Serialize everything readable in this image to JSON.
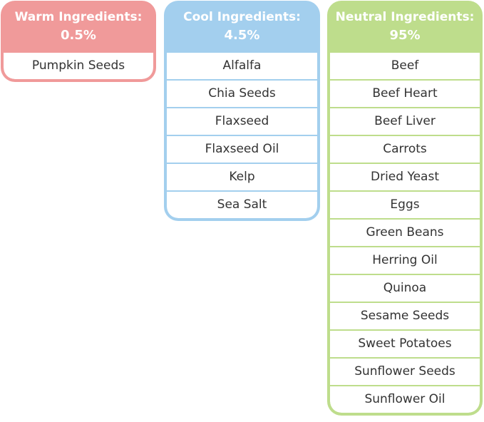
{
  "colors": {
    "warm": "#F09A9A",
    "cool": "#A3CFEE",
    "neutral": "#BEDD8C"
  },
  "columns": [
    {
      "key": "warm",
      "title": "Warm Ingredients:",
      "percent": "0.5%",
      "items": [
        "Pumpkin Seeds"
      ]
    },
    {
      "key": "cool",
      "title": "Cool Ingredients:",
      "percent": "4.5%",
      "items": [
        "Alfalfa",
        "Chia Seeds",
        "Flaxseed",
        "Flaxseed Oil",
        "Kelp",
        "Sea Salt"
      ]
    },
    {
      "key": "neutral",
      "title": "Neutral Ingredients:",
      "percent": "95%",
      "items": [
        "Beef",
        "Beef Heart",
        "Beef Liver",
        "Carrots",
        "Dried Yeast",
        "Eggs",
        "Green Beans",
        "Herring Oil",
        "Quinoa",
        "Sesame Seeds",
        "Sweet Potatoes",
        "Sunflower Seeds",
        "Sunflower Oil"
      ]
    }
  ]
}
